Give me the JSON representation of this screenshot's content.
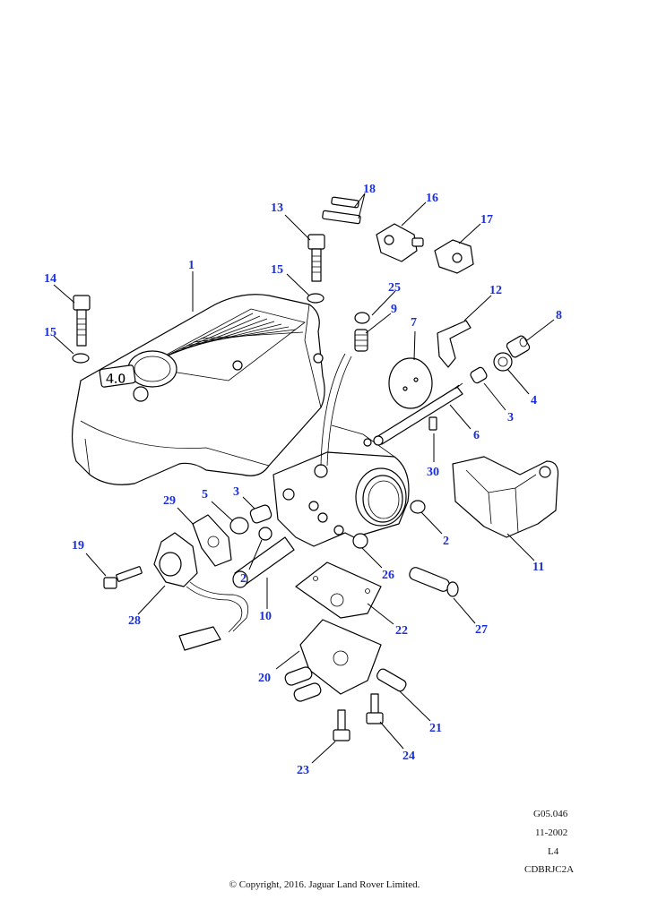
{
  "callouts": {
    "c1": "1",
    "c2a": "2",
    "c2b": "2",
    "c3a": "3",
    "c3b": "3",
    "c4": "4",
    "c5": "5",
    "c6": "6",
    "c7": "7",
    "c8": "8",
    "c9": "9",
    "c10": "10",
    "c11": "11",
    "c12": "12",
    "c13": "13",
    "c14": "14",
    "c15a": "15",
    "c15b": "15",
    "c16": "16",
    "c17": "17",
    "c18": "18",
    "c19": "19",
    "c20": "20",
    "c21": "21",
    "c22": "22",
    "c23": "23",
    "c24": "24",
    "c25": "25",
    "c26": "26",
    "c27": "27",
    "c28": "28",
    "c29": "29",
    "c30": "30"
  },
  "embossed_label": "4.0",
  "meta": {
    "illustration_code": "G05.046",
    "date": "11-2002",
    "level": "L4",
    "part_code": "CDBRJC2A"
  },
  "copyright": "© Copyright, 2016. Jaguar Land Rover Limited."
}
